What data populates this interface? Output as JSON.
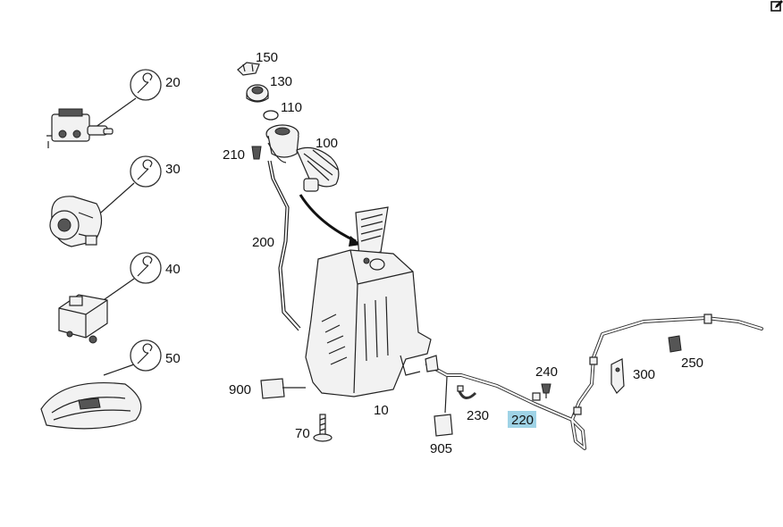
{
  "diagram": {
    "highlight_color": "#9fd3e6",
    "labels": {
      "p20": "20",
      "p30": "30",
      "p40": "40",
      "p50": "50",
      "p150": "150",
      "p130": "130",
      "p110": "110",
      "p100": "100",
      "p210": "210",
      "p200": "200",
      "p900": "900",
      "p10": "10",
      "p70": "70",
      "p905": "905",
      "p230": "230",
      "p220": "220",
      "p240": "240",
      "p300": "300",
      "p250": "250"
    },
    "highlighted_label": "220"
  },
  "icons": {
    "edit": "edit-icon",
    "service": "wrench-icon"
  }
}
